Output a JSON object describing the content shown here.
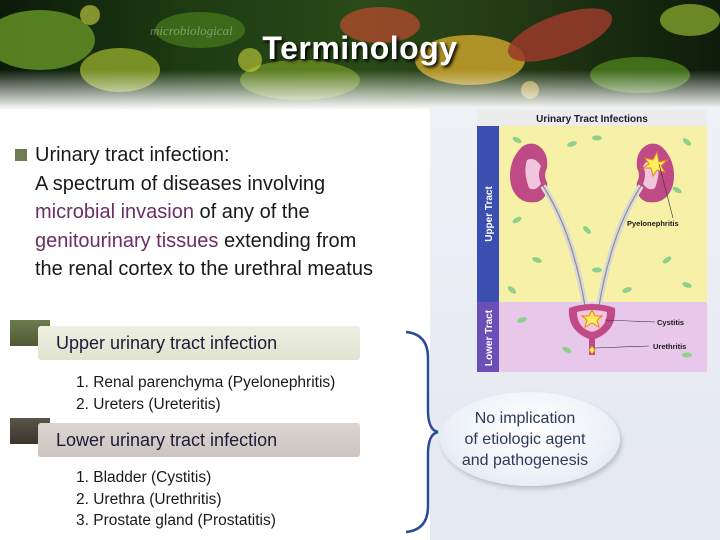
{
  "slide": {
    "title": "Terminology",
    "banner_watermark": "microbiological"
  },
  "main": {
    "term": "Urinary tract infection:",
    "definition_1": "A spectrum of diseases involving",
    "highlight_1": "microbial invasion",
    "definition_2": " of any of the",
    "highlight_2": "genitourinary tissues",
    "definition_3": " extending from",
    "definition_4": "the renal cortex to the urethral meatus"
  },
  "upper": {
    "heading": "Upper urinary tract infection",
    "items": [
      "1. Renal parenchyma (Pyelonephritis)",
      "2. Ureters (Ureteritis)"
    ]
  },
  "lower": {
    "heading": "Lower urinary tract infection",
    "items": [
      "1. Bladder  (Cystitis)",
      "2. Urethra (Urethritis)",
      "3. Prostate gland (Prostatitis)"
    ]
  },
  "note": {
    "lines": [
      "No implication",
      "of etiologic agent",
      "and pathogenesis"
    ]
  },
  "diagram": {
    "title": "Urinary Tract Infections",
    "upper_label": "Upper Tract",
    "lower_label": "Lower Tract",
    "pyelonephritis": "Pyelonephritis",
    "cystitis": "Cystitis",
    "urethritis": "Urethritis",
    "colors": {
      "upper_band": "#3a4fb0",
      "lower_band": "#6a4fb8",
      "upper_bg": "#f7f1a8",
      "lower_bg": "#e7c7ea",
      "kidney": "#c04a86",
      "bacteria": "#8fd08a"
    }
  }
}
